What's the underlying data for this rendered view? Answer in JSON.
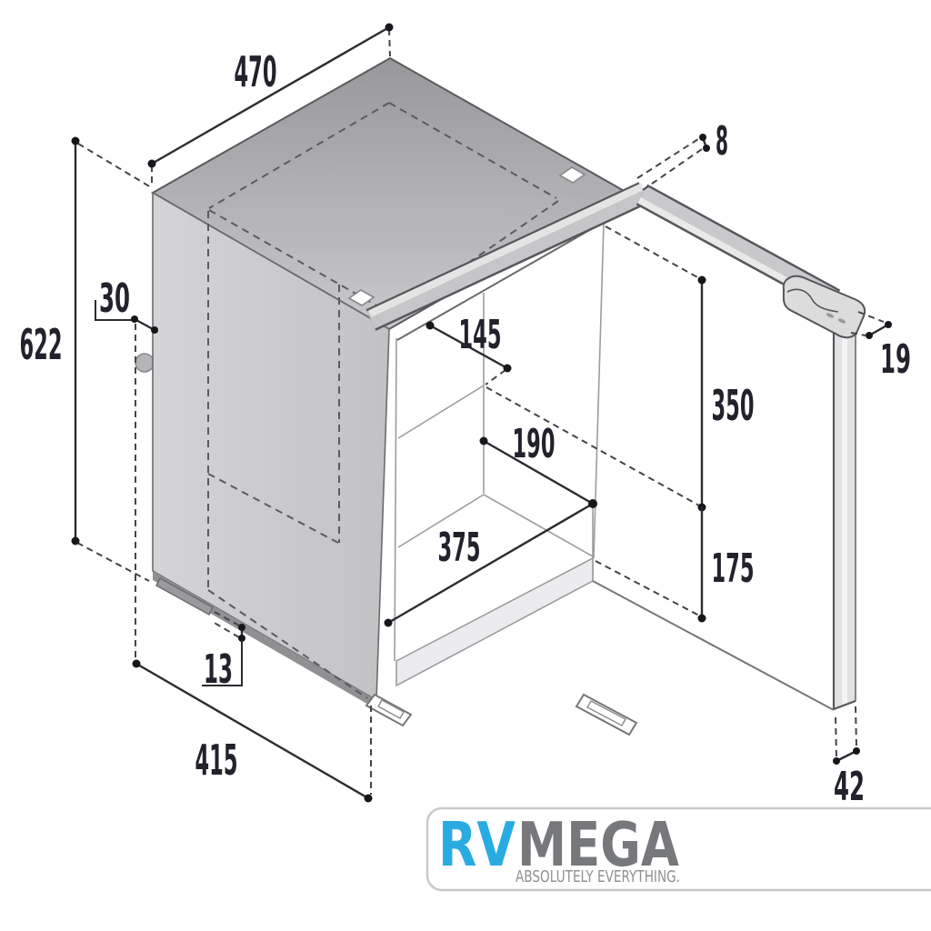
{
  "diagram": {
    "dimensions": {
      "top_width": "470",
      "overall_height": "622",
      "rear_clearance": "30",
      "flange_gap": "8",
      "upper_recess_depth": "145",
      "mid_depth": "190",
      "front_upper_height": "350",
      "door_thickness": "19",
      "interior_width": "375",
      "front_lower_height": "175",
      "flange_offset": "13",
      "body_depth": "415",
      "door_bottom_offset": "42"
    }
  },
  "logo": {
    "brand_primary": "RV",
    "brand_secondary": "MEGA",
    "tagline": "ABSOLUTELY EVERYTHING.",
    "colors": {
      "primary_blue": "#29abe2",
      "secondary_gray": "#77787b",
      "tagline_gray": "#8e9093"
    }
  }
}
